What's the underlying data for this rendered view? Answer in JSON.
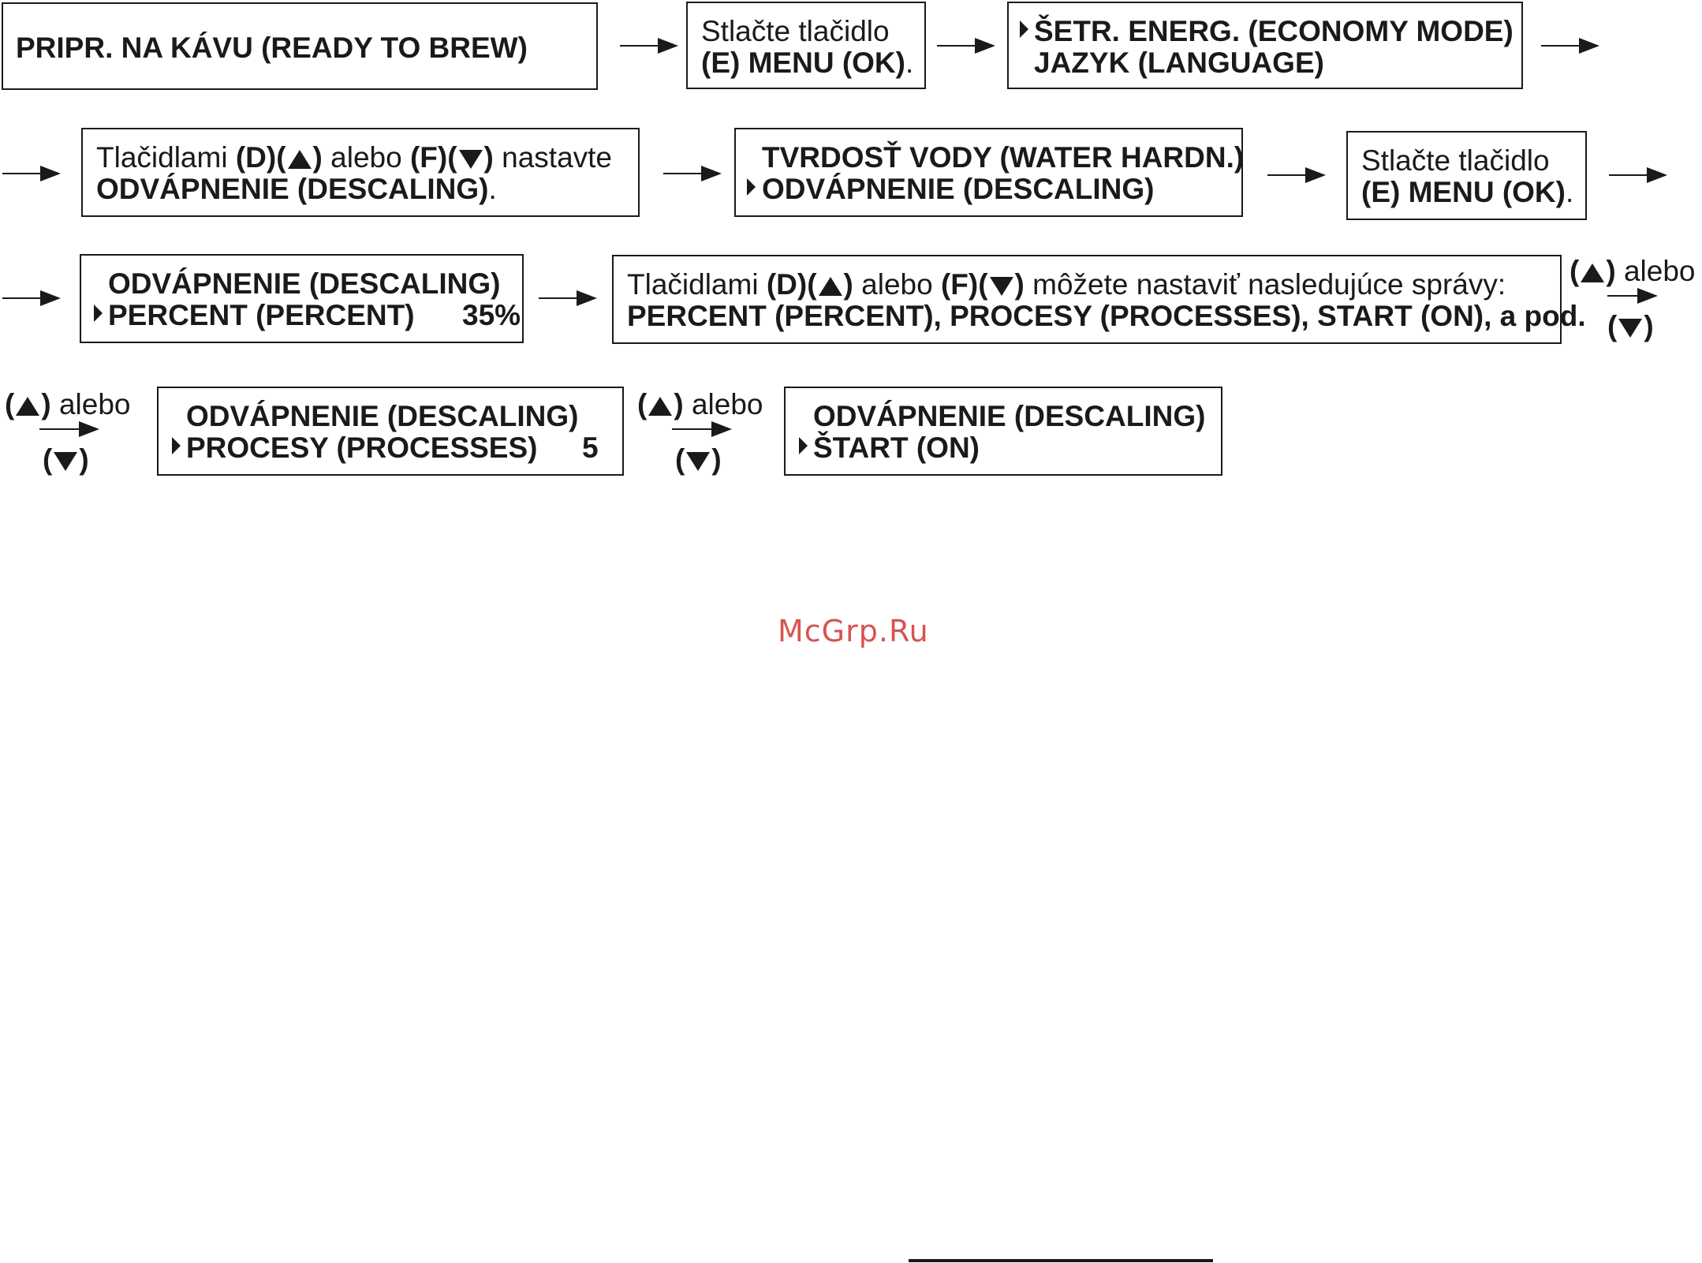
{
  "row1": {
    "ready_box": {
      "line1": "PRIPR. NA KÁVU (READY TO BREW)"
    },
    "press_box_1": {
      "line1": "Stlačte tlačidlo",
      "line2": "(E) MENU (OK)",
      "line2_suffix": "."
    },
    "menu_box_1": {
      "line1": "ŠETR. ENERG. (ECONOMY MODE)",
      "line2": "JAZYK (LANGUAGE)"
    }
  },
  "row2": {
    "instruction_box": {
      "prefix": "Tlačidlami",
      "key_d": "(D)",
      "paren_open": "(",
      "paren_close": ")",
      "or": "alebo",
      "key_f": "(F)",
      "suffix": "nastavte",
      "line2": "ODVÁPNENIE (DESCALING)",
      "line2_suffix": "."
    },
    "menu_box_2": {
      "line1": "TVRDOSŤ VODY (WATER HARDN.)",
      "line2": "ODVÁPNENIE (DESCALING)"
    },
    "press_box_2": {
      "line1": "Stlačte tlačidlo",
      "line2": "(E) MENU (OK)",
      "line2_suffix": "."
    }
  },
  "row3": {
    "percent_box": {
      "line1": "ODVÁPNENIE (DESCALING)",
      "line2": "PERCENT (PERCENT)",
      "value": "35%"
    },
    "messages_box": {
      "prefix": "Tlačidlami",
      "key_d": "(D)",
      "paren_open": "(",
      "paren_close": ")",
      "or": "alebo",
      "key_f": "(F)",
      "suffix": "môžete nastaviť nasledujúce správy:",
      "line2": "PERCENT (PERCENT), PROCESY (PROCESSES), START (ON), a pod."
    }
  },
  "row4": {
    "processes_box": {
      "line1": "ODVÁPNENIE (DESCALING)",
      "line2": "PROCESY (PROCESSES)",
      "value": "5"
    },
    "start_box": {
      "line1": "ODVÁPNENIE (DESCALING)",
      "line2": "ŠTART (ON)"
    }
  },
  "nav_label": {
    "paren_open": "(",
    "paren_close": ")",
    "or": "alebo"
  },
  "watermark": "McGrp.Ru"
}
